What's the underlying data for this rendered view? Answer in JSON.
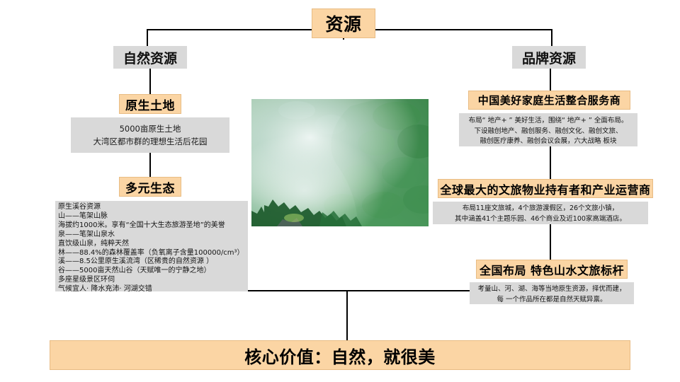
{
  "diagram": {
    "root": {
      "label": "资源"
    },
    "branches": {
      "left": {
        "label": "自然资源"
      },
      "right": {
        "label": "品牌资源"
      }
    },
    "left_column": {
      "node1": {
        "title": "原生土地",
        "body_lines": [
          "5000亩原生土地",
          "大湾区都市群的理想生活后花园"
        ]
      },
      "node2": {
        "title": "多元生态",
        "body_lines": [
          "原生溪谷资源",
          "山——笔架山脉",
          "海拔约1000米。享有“全国十大生态旅游圣地”的美誉",
          "泉——笔架山泉水",
          "直饮级山泉，纯粹天然",
          "林——88.4%的森林覆盖率（负氧离子含量100000/cm³）",
          "溪——8.5公里原生溪流湾（区稀贵的自然资源 ）",
          "谷——5000亩天然山谷（天赋唯一的宁静之地）",
          "多座星级景区环伺",
          "气候宜人· 降水充沛· 河湖交错"
        ]
      }
    },
    "center_photo": {
      "alt": "雾气缭绕的绿色山林照片"
    },
    "right_column": {
      "node1": {
        "title": "中国美好家庭生活整合服务商",
        "body_lines": [
          "布局“ 地产+ ” 美好生活，围绕“ 地产+ ” 全面布局。",
          "下设融创地产、融创服务、融创文化、融创文旅、",
          "融创医疗康养、融创会议会展，六大战略 板块"
        ]
      },
      "node2": {
        "title": "全球最大的文旅物业持有者和产业运营商",
        "body_lines": [
          "布局11座文旅城，4个旅游渡假区，26个文旅小镇，",
          "其中涵盖41个主题乐园、46个商业及近100家高端酒店。"
        ]
      },
      "node3": {
        "title": "全国布局 特色山水文旅标杆",
        "body_lines": [
          "考量山、河、湖、海等当地原生资源，择优而建，",
          "每 一个作品所在都是自然天赋异禀。"
        ]
      }
    },
    "footer": {
      "label": "核心价值：自然，就很美"
    },
    "colors": {
      "accent_orange": "#fbd5a4",
      "accent_orange_border": "#e8bc84",
      "panel_gray": "#d9d9d9",
      "line": "#000000",
      "background": "#ffffff"
    }
  }
}
